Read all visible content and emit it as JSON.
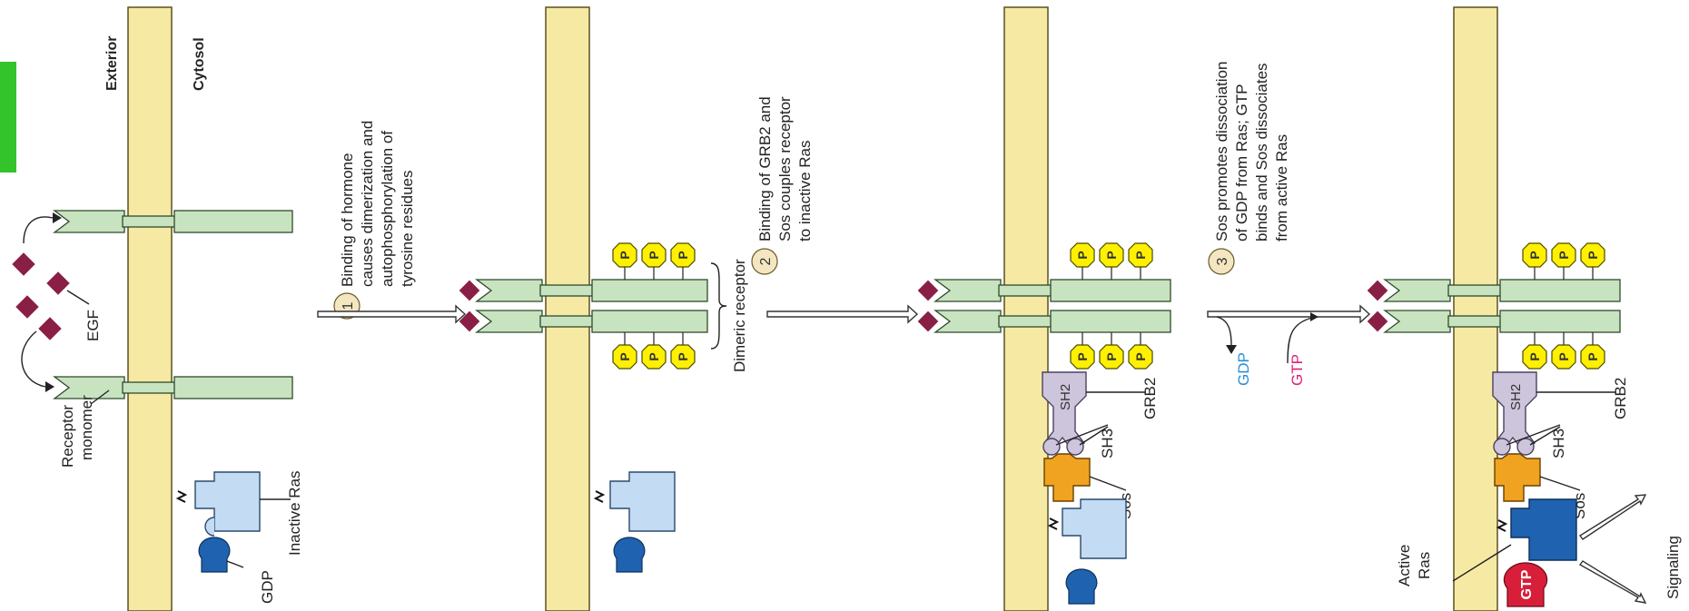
{
  "labels": {
    "exterior": "Exterior",
    "cytosol": "Cytosol",
    "egf": "EGF",
    "receptor_line1": "Receptor",
    "receptor_line2": "monomer",
    "inactive_ras": "Inactive Ras",
    "gdp_small": "GDP",
    "dimeric_receptor": "Dimeric receptor",
    "grb2_a": "GRB2",
    "grb2_b": "GRB2",
    "sh2_a": "SH2",
    "sh2_b": "SH2",
    "sh3_a": "SH3",
    "sh3_b": "SH3",
    "sos_a": "Sos",
    "sos_b": "Sos",
    "gdp_released": "GDP",
    "gtp_binding": "GTP",
    "gtp_bound": "GTP",
    "active_ras_line1": "Active",
    "active_ras_line2": "Ras",
    "signaling": "Signaling",
    "phospho": "P"
  },
  "steps": [
    {
      "number": "1",
      "lines": [
        "Binding of hormone",
        "causes dimerization and",
        "autophosphorylation of",
        "tyrosine residues"
      ]
    },
    {
      "number": "2",
      "lines": [
        "Binding of GRB2 and",
        "Sos couples receptor",
        "to inactive Ras"
      ]
    },
    {
      "number": "3",
      "lines": [
        "Sos promotes dissociation",
        "of GDP from Ras; GTP",
        "binds and Sos dissociates",
        "from active Ras"
      ]
    }
  ],
  "colors": {
    "membrane": "#f6e9a4",
    "receptor": "#c8e3c0",
    "phosphate": "#fff000",
    "egf": "#8a1f45",
    "inactive_ras": "#c3dbf3",
    "active_ras": "#1f63b0",
    "gtp": "#d81f3a",
    "sos": "#f0a320",
    "grb2": "#cdc5dc",
    "gdp_text": "#2a8fd8",
    "gtp_text": "#e0207a",
    "side_tab": "#33c42b"
  }
}
